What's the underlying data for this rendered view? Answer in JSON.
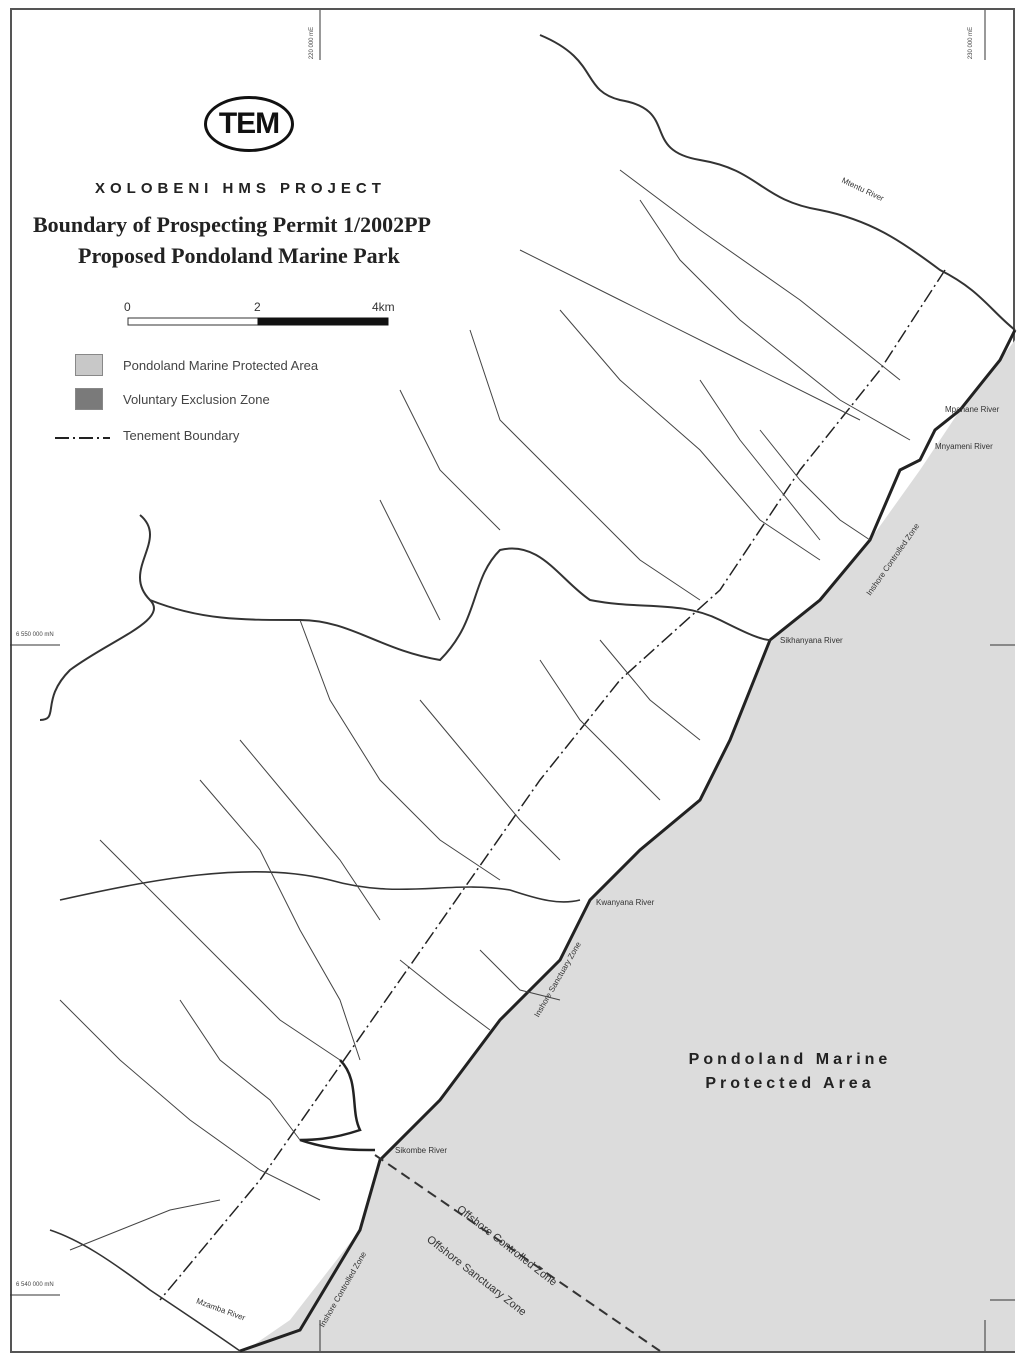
{
  "header": {
    "logo_text": "TEM",
    "project": "XOLOBENI HMS PROJECT",
    "title_line1": "Boundary of Prospecting Permit 1/2002PP",
    "title_line2": "Proposed Pondoland Marine Park"
  },
  "scale_bar": {
    "tick0": "0",
    "tick1": "2",
    "tick2": "4km"
  },
  "legend": [
    {
      "label": "Pondoland Marine Protected Area",
      "color": "#c8c8c8"
    },
    {
      "label": "Voluntary Exclusion Zone",
      "color": "#7a7a7a"
    },
    {
      "label": "Tenement Boundary",
      "symbol": "dash-dot-line"
    }
  ],
  "rivers": {
    "mtentu": "Mtentu River",
    "mpahane": "Mpahane River",
    "mnyameni": "Mnyameni River",
    "sikhanyana": "Sikhanyana River",
    "kwanyana": "Kwanyana River",
    "sikombe": "Sikombe River",
    "mzamba": "Mzamba River"
  },
  "zones": {
    "inshore_controlled_1": "Inshore Controlled Zone",
    "inshore_sanctuary": "Inshore Sanctuary Zone",
    "inshore_controlled_2": "Inshore Controlled Zone",
    "offshore_controlled": "Offshore Controlled Zone",
    "offshore_sanctuary": "Offshore Sanctuary Zone"
  },
  "sea_area": {
    "line1": "Pondoland Marine",
    "line2": "Protected Area"
  },
  "grid_coords": {
    "e_left": "220 000 mE",
    "e_right": "230 000 mE",
    "n_top": "6 550 000 mN",
    "n_bottom": "6 540 000 mN"
  },
  "colors": {
    "sea": "#dcdcdc",
    "land": "#ffffff",
    "lines": "#333333"
  }
}
